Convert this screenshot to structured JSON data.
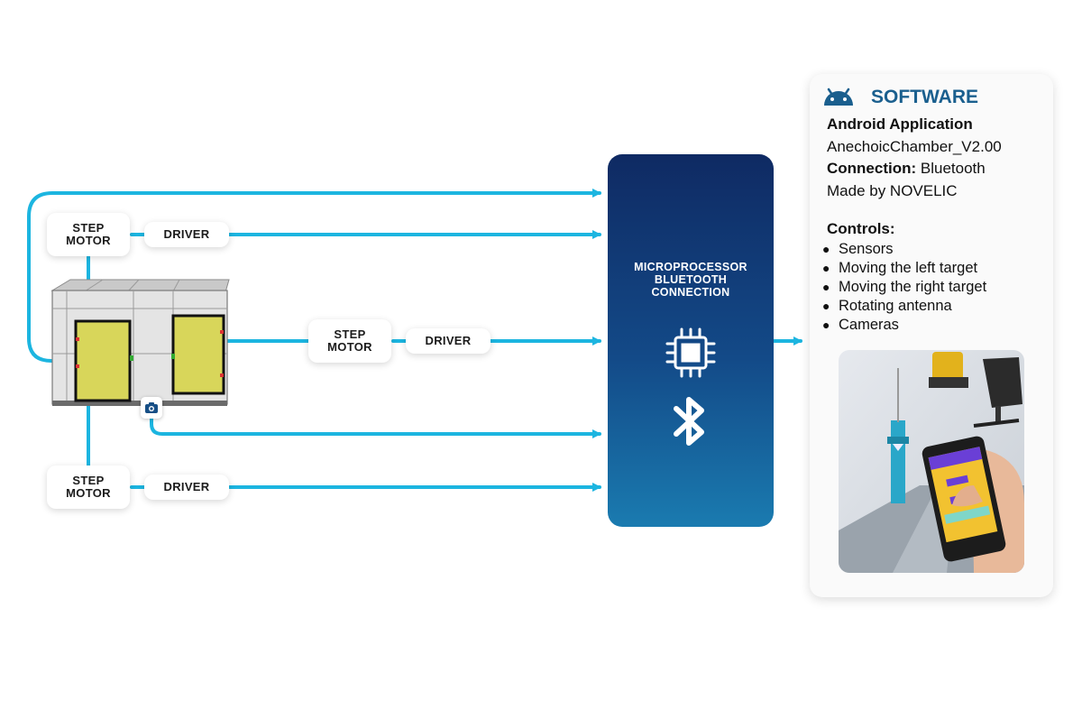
{
  "labels": {
    "step_motor_top": "STEP\nMOTOR",
    "driver_top": "DRIVER",
    "step_motor_mid": "STEP\nMOTOR",
    "driver_mid": "DRIVER",
    "step_motor_bottom": "STEP\nMOTOR",
    "driver_bottom": "DRIVER"
  },
  "mcu": {
    "title": "MICROPROCESSOR\nBLUETOOTH\nCONNECTION"
  },
  "software": {
    "title": "SOFTWARE",
    "app_heading": "Android Application",
    "app_name": "AnechoicChamber_V2.00",
    "connection_label": "Connection:",
    "connection_value": " Bluetooth",
    "made_by": "Made by NOVELIC",
    "controls_heading": "Controls:",
    "controls": [
      "Sensors",
      "Moving the left target",
      "Moving the right target",
      "Rotating antenna",
      "Cameras"
    ]
  },
  "colors": {
    "wire": "#1cb5e0",
    "mcu_top": "#0f2a63",
    "mcu_bottom": "#1a7bb0",
    "software_title": "#1a5f8e",
    "target_panel": "#d8d65a"
  },
  "icons": {
    "mcu_chip": "chip-icon",
    "mcu_bluetooth": "bluetooth-icon",
    "camera": "camera-icon",
    "android": "android-icon"
  }
}
